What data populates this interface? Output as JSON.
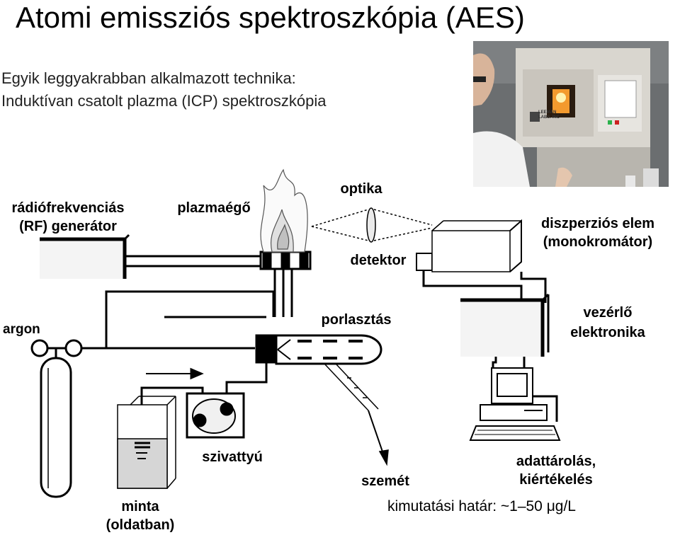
{
  "title": "Atomi emissziós spektroszkópia (AES)",
  "subtitle": {
    "line1": "Egyik leggyakrabban alkalmazott technika:",
    "line2": "Induktívan csatolt plazma (ICP) spektroszkópia"
  },
  "labels": {
    "rf_generator_line1": "rádiófrekvenciás",
    "rf_generator_line2": "(RF) generátor",
    "plasma_torch": "plazmaégő",
    "optics": "optika",
    "detector": "detektor",
    "dispersive_line1": "diszperziós elem",
    "dispersive_line2": "(monokromátor)",
    "argon": "argon",
    "nebulization": "porlasztás",
    "control_line1": "vezérlő",
    "control_line2": "elektronika",
    "pump": "szivattyú",
    "waste": "szemét",
    "storage_line1": "adattárolás,",
    "storage_line2": "kiértékelés",
    "sample_line1": "minta",
    "sample_line2": "(oldatban)",
    "detection_limit": "kimutatási határ: ~1–50 μg/L"
  },
  "photo": {
    "instrument_brand_line1": "LEEMAN",
    "instrument_brand_line2": "LABS. INC"
  },
  "colors": {
    "line": "#000000",
    "box_face": "#f4f4f4",
    "flame_orange": "#f39a2e",
    "photo_bg": "#5a5a5a"
  }
}
